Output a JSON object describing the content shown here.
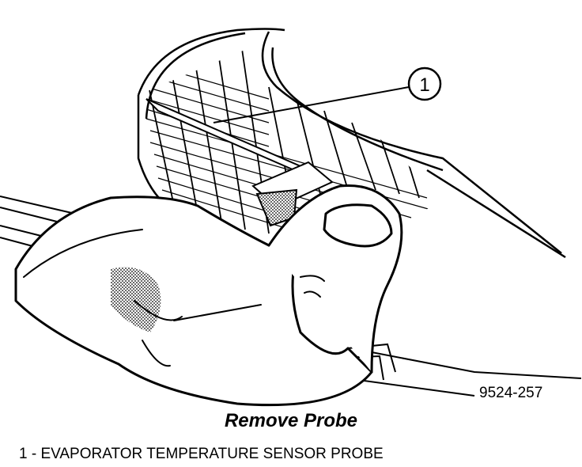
{
  "figure": {
    "callout_number": "1",
    "reference_code": "9524-257",
    "caption": "Remove Probe",
    "legend": [
      {
        "number": "1",
        "text": "1 - EVAPORATOR TEMPERATURE SENSOR PROBE"
      }
    ]
  }
}
